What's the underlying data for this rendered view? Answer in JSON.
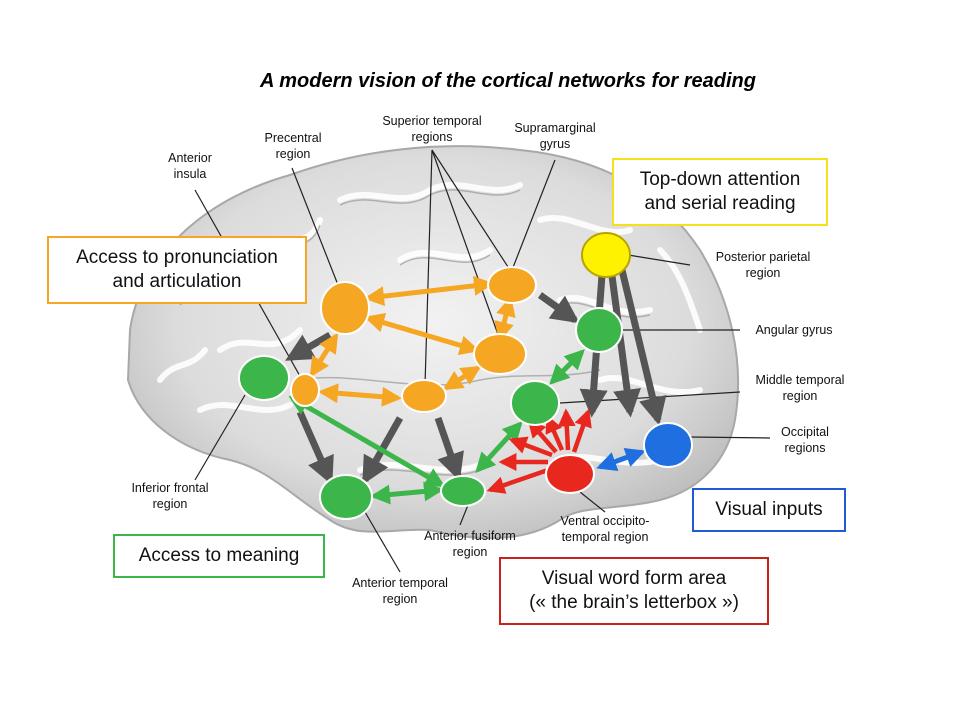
{
  "title": "A modern vision of the cortical networks for reading",
  "colors": {
    "orange": "#f5a623",
    "green": "#3cb54a",
    "red": "#e8281e",
    "blue": "#1f6fe0",
    "yellow": "#fff200",
    "box_orange": "#f5a623",
    "box_green": "#3cb54a",
    "box_red": "#c8201a",
    "box_blue": "#1f5bd6",
    "box_yellow": "#f2e21a"
  },
  "labels": {
    "anterior_insula": [
      "Anterior",
      "insula"
    ],
    "precentral": [
      "Precentral",
      "region"
    ],
    "superior_temporal": [
      "Superior temporal",
      "regions"
    ],
    "supramarginal": [
      "Supramarginal",
      "gyrus"
    ],
    "posterior_parietal": [
      "Posterior parietal",
      "region"
    ],
    "angular_gyrus": [
      "Angular gyrus"
    ],
    "middle_temporal": [
      "Middle temporal",
      "region"
    ],
    "occipital": [
      "Occipital",
      "regions"
    ],
    "inferior_frontal": [
      "Inferior frontal",
      "region"
    ],
    "anterior_fusiform": [
      "Anterior fusiform",
      "region"
    ],
    "ventral_occipito": [
      "Ventral occipito-",
      "temporal region"
    ],
    "anterior_temporal": [
      "Anterior temporal",
      "region"
    ]
  },
  "boxes": {
    "pronunciation": [
      "Access to pronunciation",
      "and articulation"
    ],
    "attention": [
      "Top-down attention",
      "and serial reading"
    ],
    "meaning": [
      "Access to meaning"
    ],
    "visual_inputs": [
      "Visual inputs"
    ],
    "vwfa": [
      "Visual word form area",
      "(« the brain’s letterbox »)"
    ]
  }
}
